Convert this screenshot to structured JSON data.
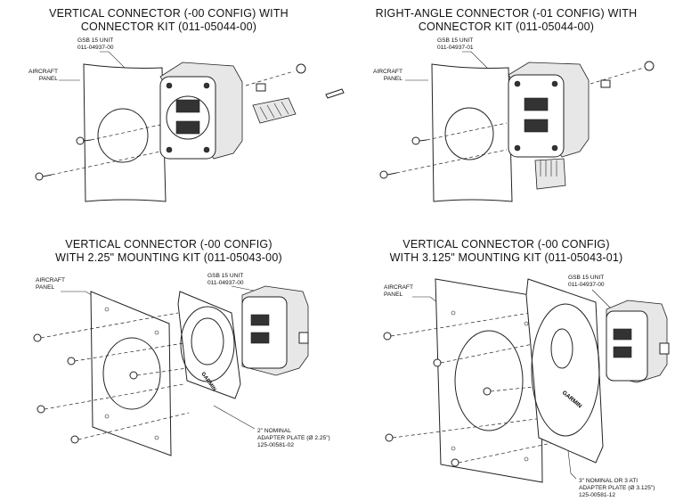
{
  "diagrams": [
    {
      "title_line1": "VERTICAL CONNECTOR (-00 CONFIG) WITH",
      "title_line2": "CONNECTOR KIT (011-05044-00)",
      "unit_label_line1": "GSB 15 UNIT",
      "unit_label_line2": "011-04937-00",
      "panel_label_line1": "AIRCRAFT",
      "panel_label_line2": "PANEL"
    },
    {
      "title_line1": "RIGHT-ANGLE CONNECTOR (-01 CONFIG) WITH",
      "title_line2": "CONNECTOR KIT (011-05044-00)",
      "unit_label_line1": "GSB 15 UNIT",
      "unit_label_line2": "011-04937-01",
      "panel_label_line1": "AIRCRAFT",
      "panel_label_line2": "PANEL"
    },
    {
      "title_line1": "VERTICAL CONNECTOR (-00 CONFIG)",
      "title_line2": "WITH 2.25\" MOUNTING KIT (011-05043-00)",
      "unit_label_line1": "GSB 15 UNIT",
      "unit_label_line2": "011-04937-00",
      "panel_label_line1": "AIRCRAFT",
      "panel_label_line2": "PANEL",
      "plate_label_line1": "2\" NOMINAL",
      "plate_label_line2": "ADAPTER PLATE (Ø 2.25\")",
      "plate_label_line3": "125-00581-02",
      "brand": "GARMIN"
    },
    {
      "title_line1": "VERTICAL CONNECTOR (-00 CONFIG)",
      "title_line2": "WITH 3.125\" MOUNTING KIT (011-05043-01)",
      "unit_label_line1": "GSB 15 UNIT",
      "unit_label_line2": "011-04937-00",
      "panel_label_line1": "AIRCRAFT",
      "panel_label_line2": "PANEL",
      "plate_label_line1": "3\" NOMINAL OR 3 ATI",
      "plate_label_line2": "ADAPTER PLATE (Ø 3.125\")",
      "plate_label_line3": "125-00581-12",
      "brand": "GARMIN"
    }
  ]
}
